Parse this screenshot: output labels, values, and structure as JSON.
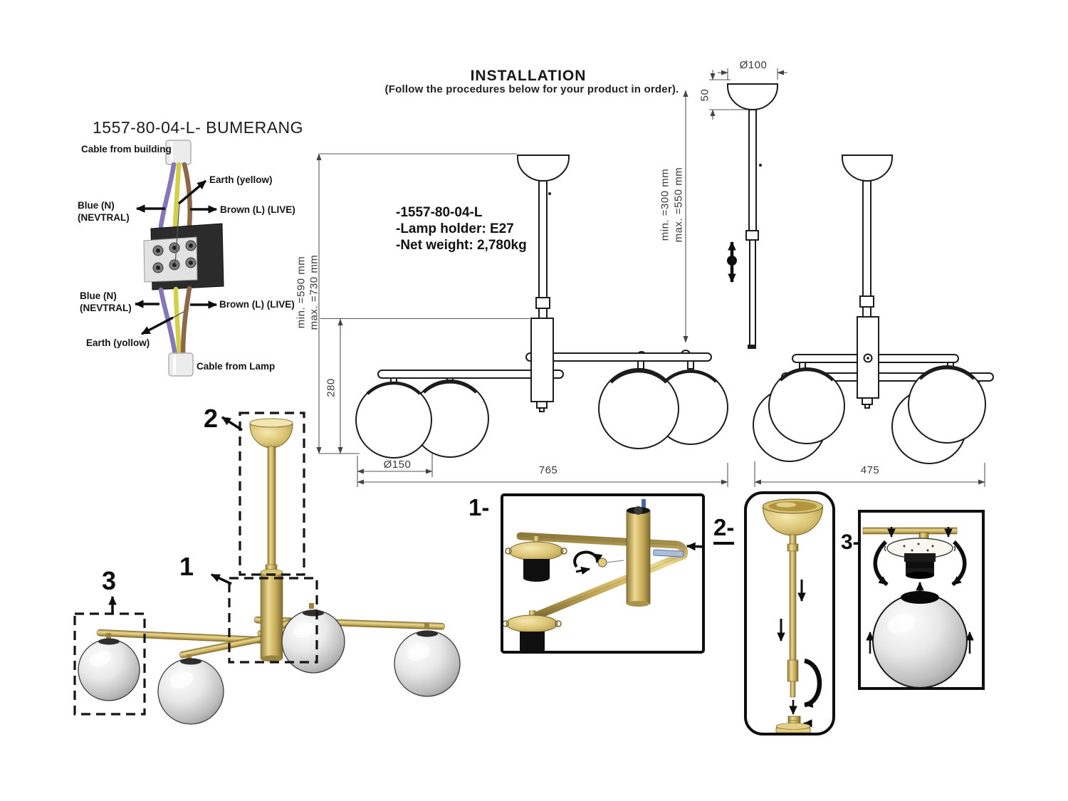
{
  "header": {
    "title": "INSTALLATION",
    "subtitle": "(Follow the procedures below for your product in order)."
  },
  "product": {
    "model_title": "1557-80-04-L- BUMERANG",
    "specs": {
      "model": "-1557-80-04-L",
      "lamp_holder": "-Lamp holder: E27",
      "net_weight": "-Net weight: 2,780kg"
    }
  },
  "wiring": {
    "cable_from_building": "Cable from building",
    "earth_top": "Earth (yellow)",
    "blue_top": "Blue (N)\n(NEVTRAL)",
    "brown_top": "Brown (L) (LIVE)",
    "blue_bottom": "Blue (N)\n(NEVTRAL)",
    "brown_bottom": "Brown (L) (LIVE)",
    "earth_bottom": "Earth (yollow)",
    "cable_from_lamp": "Cable from Lamp"
  },
  "dimensions": {
    "canopy_diameter": "Ø100",
    "canopy_height": "50",
    "suspension_min": "min. =300 mm",
    "suspension_max": "max. =550 mm",
    "overall_min": "min. =590 mm",
    "overall_max": "max. =730 mm",
    "fixture_height": "280",
    "globe_diameter": "Ø150",
    "width_front": "765",
    "width_side": "475"
  },
  "callouts": {
    "part1": "1",
    "part2": "2",
    "part3": "3"
  },
  "steps": {
    "step1": "1-",
    "step2": "2-",
    "step3": "3-"
  },
  "colors": {
    "brass": "#c9b166",
    "globe_gray": "#d9d9d9",
    "wire_blue": "#8478b8",
    "wire_yellow": "#d2cf4a",
    "wire_brown": "#8a6848",
    "line": "#2a2a2a"
  }
}
